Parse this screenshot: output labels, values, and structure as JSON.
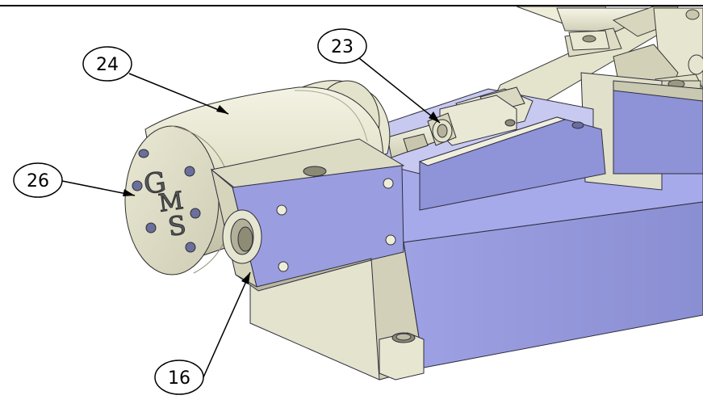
{
  "callouts": [
    {
      "id": "c24",
      "label": "24"
    },
    {
      "id": "c23",
      "label": "23"
    },
    {
      "id": "c26",
      "label": "26"
    },
    {
      "id": "c16",
      "label": "16"
    }
  ],
  "logo": {
    "letters": "GMS"
  },
  "colors": {
    "frame": "#000000",
    "steel_blue": "#9a9ee0",
    "steel_blue_dark": "#8286c8",
    "cream": "#e3e2cc",
    "cream_light": "#f1f0de",
    "cream_dark": "#cfcdb4",
    "background": "#ffffff"
  }
}
